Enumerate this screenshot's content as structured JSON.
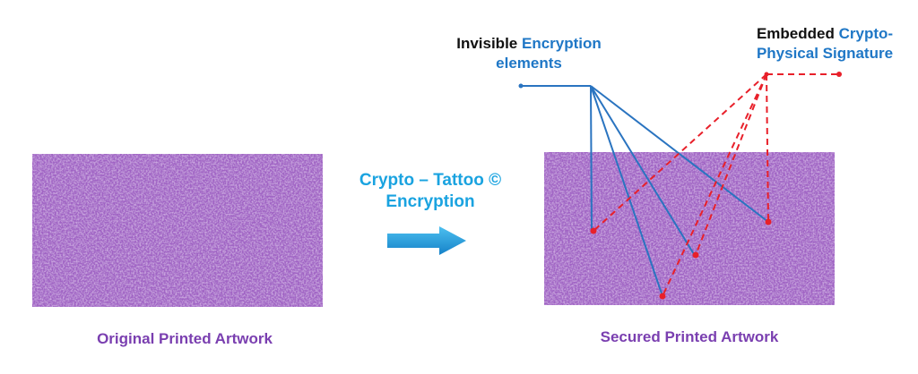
{
  "left_panel": {
    "caption": "Original Printed Artwork"
  },
  "right_panel": {
    "caption": "Secured Printed Artwork"
  },
  "process": {
    "line1": "Crypto – Tattoo ©",
    "line2": "Encryption",
    "icon": "right-arrow-icon"
  },
  "callouts": {
    "invisible": {
      "word1": "Invisible",
      "word2": "Encryption",
      "line2": "elements"
    },
    "embedded": {
      "word1": "Embedded",
      "word2": "Crypto-",
      "line2": "Physical Signature"
    }
  },
  "colors": {
    "artwork": "#a064c4",
    "caption": "#7a3fb0",
    "process_text": "#1aa3e0",
    "blue_lines": "#2a74c0",
    "red_lines": "#e8202a"
  }
}
